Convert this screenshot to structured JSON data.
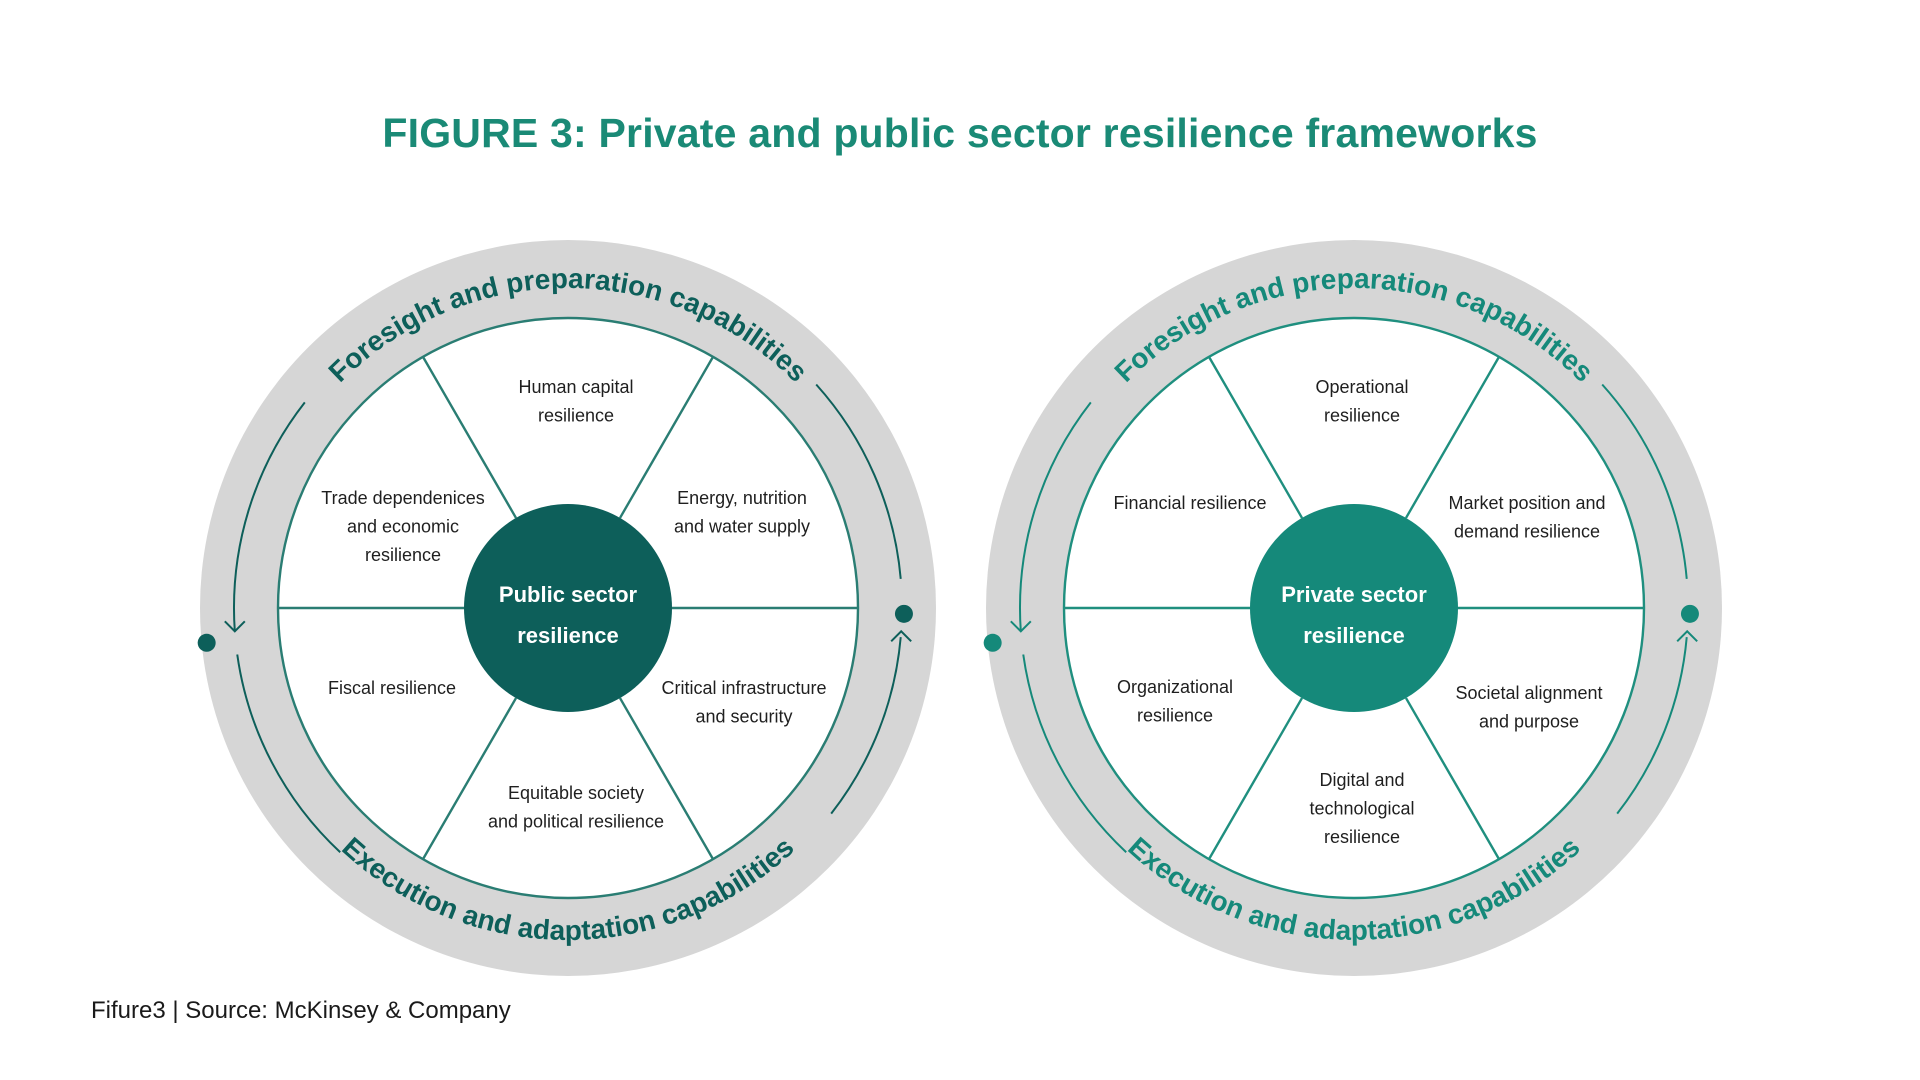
{
  "title": "FIGURE 3: Private and public sector resilience frameworks",
  "caption": "Fifure3 | Source: McKinsey & Company",
  "colors": {
    "title": "#1a8a76",
    "outer_ring": "#d6d6d6",
    "text": "#1f1f1f",
    "public_dark": "#0d5f5a",
    "public_line": "#2a7d73",
    "private": "#15897a",
    "private_line": "#1f8f7f"
  },
  "diagrams": [
    {
      "id": "public",
      "center_label": [
        "Public sector",
        "resilience"
      ],
      "top_arc_label": "Foresight and preparation capabilities",
      "bottom_arc_label": "Execution and adaptation capabilities",
      "segments": [
        {
          "position": "top",
          "lines": [
            "Human capital",
            "resilience"
          ]
        },
        {
          "position": "upper-right",
          "lines": [
            "Energy, nutrition",
            "and water supply"
          ]
        },
        {
          "position": "lower-right",
          "lines": [
            "Critical infrastructure",
            "and security"
          ]
        },
        {
          "position": "bottom",
          "lines": [
            "Equitable society",
            "and political resilience"
          ]
        },
        {
          "position": "lower-left",
          "lines": [
            "Fiscal resilience"
          ]
        },
        {
          "position": "upper-left",
          "lines": [
            "Trade dependenices",
            "and economic",
            "resilience"
          ]
        }
      ]
    },
    {
      "id": "private",
      "center_label": [
        "Private sector",
        "resilience"
      ],
      "top_arc_label": "Foresight and preparation capabilities",
      "bottom_arc_label": "Execution and adaptation capabilities",
      "segments": [
        {
          "position": "top",
          "lines": [
            "Operational",
            "resilience"
          ]
        },
        {
          "position": "upper-right",
          "lines": [
            "Market position and",
            "demand resilience"
          ]
        },
        {
          "position": "lower-right",
          "lines": [
            "Societal alignment",
            "and purpose"
          ]
        },
        {
          "position": "bottom",
          "lines": [
            "Digital and",
            "technological",
            "resilience"
          ]
        },
        {
          "position": "lower-left",
          "lines": [
            "Organizational",
            "resilience"
          ]
        },
        {
          "position": "upper-left",
          "lines": [
            "Financial  resilience"
          ]
        }
      ]
    }
  ]
}
